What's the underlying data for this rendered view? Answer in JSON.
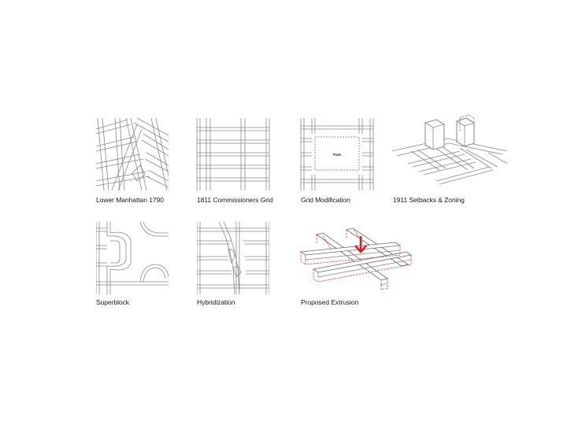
{
  "diagrams": [
    {
      "id": "lower-manhattan",
      "caption": "Lower Manhattan 1790"
    },
    {
      "id": "commissioners-grid",
      "caption": "1811 Commissioners Grid"
    },
    {
      "id": "grid-modification",
      "caption": "Grid Modification",
      "park_label": "Park"
    },
    {
      "id": "setbacks-zoning",
      "caption": "1911 Setbacks & Zoning"
    },
    {
      "id": "superblock",
      "caption": "Superblock"
    },
    {
      "id": "hybridization",
      "caption": "Hybridization"
    },
    {
      "id": "proposed-extrusion",
      "caption": "Proposed Extrusion"
    }
  ],
  "colors": {
    "line": "#8a8a8a",
    "accent": "#d22222",
    "text": "#1a1a1a"
  },
  "icons": {
    "extrusion_arrow": "arrow-down-icon"
  }
}
